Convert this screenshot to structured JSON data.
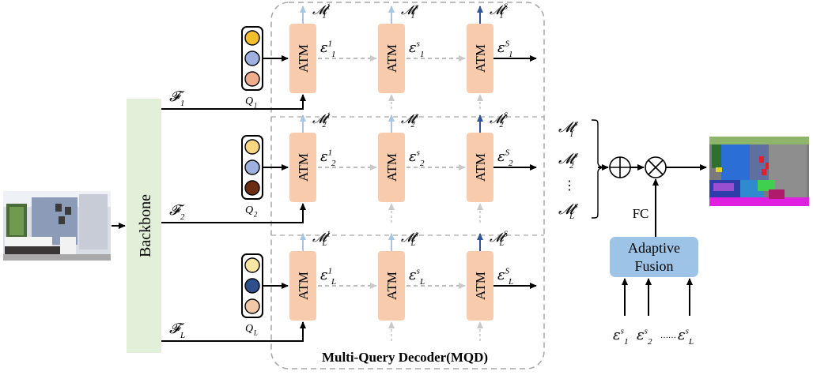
{
  "backbone": {
    "label": "Backbone"
  },
  "features": [
    {
      "main": "𝓕",
      "sub": "1"
    },
    {
      "main": "𝓕",
      "sub": "2"
    },
    {
      "main": "𝓕",
      "sub": "L"
    }
  ],
  "queries": [
    {
      "main": "Q",
      "sub": "1",
      "colors": [
        "#f2bf2c",
        "#9fb0e0",
        "#eeae8e"
      ]
    },
    {
      "main": "Q",
      "sub": "2",
      "colors": [
        "#f8d782",
        "#9fb0e0",
        "#6b2e12"
      ]
    },
    {
      "main": "Q",
      "sub": "L",
      "colors": [
        "#fbe6a4",
        "#2e4f8c",
        "#f3c8aa"
      ]
    }
  ],
  "atm": {
    "label": "ATM"
  },
  "columns": [
    {
      "sup": "1",
      "arrow_color": "#a8c4e4"
    },
    {
      "sup": "s",
      "arrow_color": "#a8c4e4"
    },
    {
      "sup": "S",
      "arrow_color": "#2f5597"
    }
  ],
  "rows": [
    {
      "sub": "1"
    },
    {
      "sub": "2"
    },
    {
      "sub": "L"
    }
  ],
  "symbols": {
    "mask": "𝓜",
    "embed": "𝜀"
  },
  "decoder": {
    "label": "Multi-Query Decoder(MQD)"
  },
  "mask_list": [
    {
      "sub": "1",
      "sup": "s"
    },
    {
      "sub": "2",
      "sup": "s"
    },
    {
      "sub": "L",
      "sup": "s"
    }
  ],
  "ellipsis_vertical": "⋮",
  "ops": {
    "sum": "⊕",
    "mult": "⊗"
  },
  "fc": {
    "label": "FC"
  },
  "fusion": {
    "line1": "Adaptive",
    "line2": "Fusion"
  },
  "fusion_inputs": [
    {
      "sub": "1",
      "sup": "s"
    },
    {
      "sub": "2",
      "sup": "s"
    },
    {
      "sub": "L",
      "sup": "s"
    }
  ],
  "ellipsis_horizontal": "……",
  "colors": {
    "backbone_fill": "#e2efd9",
    "atm_fill": "#f8cbad",
    "fusion_fill": "#9dc3e6",
    "dash": "#a6a6a6",
    "light_arrow": "#c9c9c9"
  }
}
